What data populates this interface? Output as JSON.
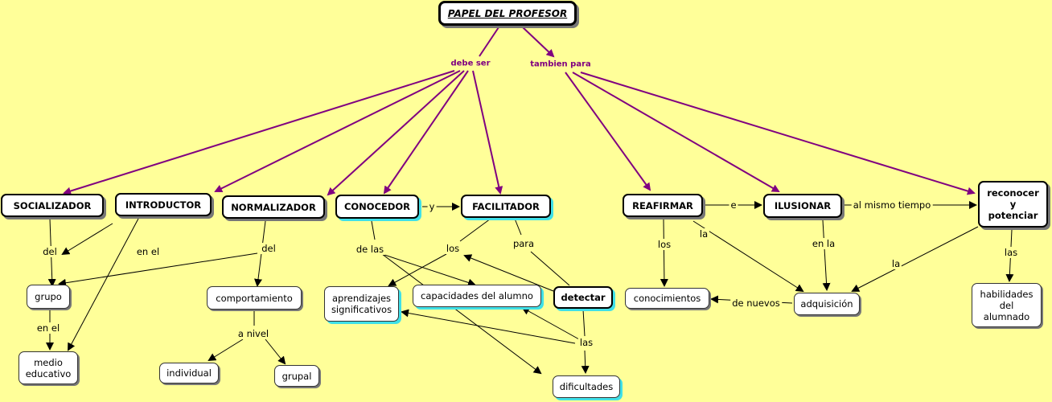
{
  "root": "PAPEL DEL PROFESOR",
  "links": {
    "debe_ser": "debe ser",
    "tambien_para": "tambien para"
  },
  "nodes": {
    "socializador": "SOCIALIZADOR",
    "introductor": "INTRODUCTOR",
    "normalizador": "NORMALIZADOR",
    "conocedor": "CONOCEDOR",
    "facilitador": "FACILITADOR",
    "reafirmar": "REAFIRMAR",
    "ilusionar": "ILUSIONAR",
    "reconocer": "reconocer y potenciar",
    "grupo": "grupo",
    "medio_educativo": "medio educativo",
    "comportamiento": "comportamiento",
    "individual": "individual",
    "grupal": "grupal",
    "aprendizajes": "aprendizajes significativos",
    "capacidades": "capacidades del alumno",
    "detectar": "detectar",
    "dificultades": "dificultades",
    "conocimientos": "conocimientos",
    "adquisicion": "adquisición",
    "habilidades": "habilidades del alumnado"
  },
  "labels": {
    "del_1": "del",
    "en_el_1": "en el",
    "en_el_2": "en el",
    "del_2": "del",
    "a_nivel": "a nivel",
    "de_las": "de las",
    "y": "y",
    "los_1": "los",
    "para": "para",
    "las_1": "las",
    "e": "e",
    "al_mismo_tiempo": "al mismo tiempo",
    "los_2": "los",
    "la_1": "la",
    "en_la": "en la",
    "la_2": "la",
    "de_nuevos": "de nuevos",
    "las_2": "las"
  },
  "colors": {
    "background": "#ffff99",
    "link": "#800080",
    "node_shadow_cyan": "#40e0e8"
  }
}
